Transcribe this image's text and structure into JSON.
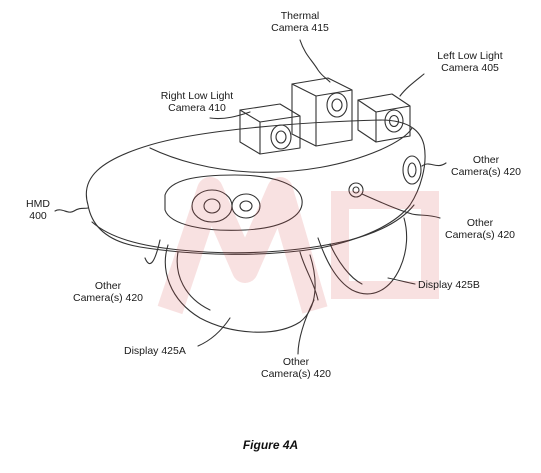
{
  "labels": {
    "thermal_camera": "Thermal\nCamera 415",
    "left_low_light_camera": "Left Low Light\nCamera 405",
    "right_low_light_camera": "Right Low Light\nCamera 410",
    "hmd": "HMD\n400",
    "other_cameras_right": "Other\nCamera(s) 420",
    "other_cameras_middle": "Other\nCamera(s) 420",
    "other_cameras_left": "Other\nCamera(s) 420",
    "other_cameras_bottom": "Other\nCamera(s) 420",
    "display_b": "Display 425B",
    "display_a": "Display 425A"
  },
  "caption": "Figure 4A",
  "colors": {
    "line": "#333333",
    "watermark": "#d94c4c"
  }
}
